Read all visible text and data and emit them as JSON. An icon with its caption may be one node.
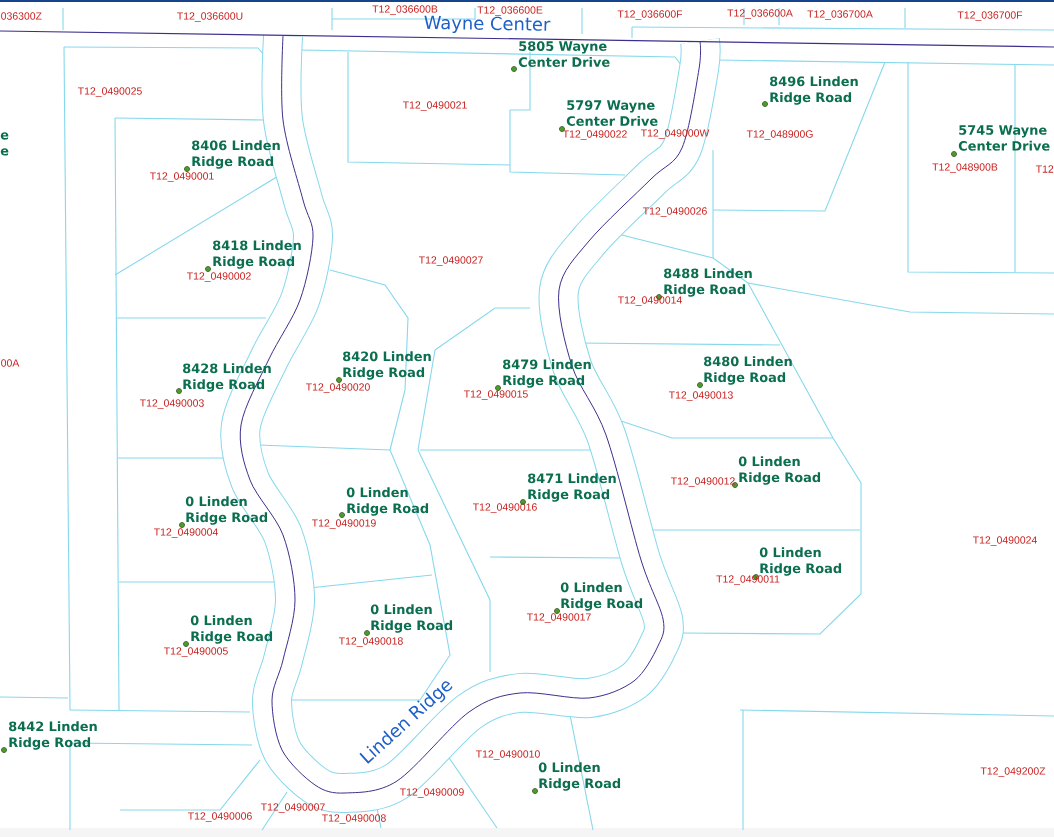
{
  "diagram": {
    "labels": [
      "036300Z",
      "T12_036600U",
      "T12_036600B",
      "T12_036600E",
      "T12_036600F",
      "T12_036600A",
      "T12_036700A",
      "T12_036700F",
      "Wayne Center",
      "5805 Wayne Center Drive",
      "T12_0490025",
      "8496 Linden Ridge Road",
      "T12_0490021",
      "5797 Wayne Center Drive",
      "T12_0490022",
      "T12_049000W",
      "T12_048900G",
      "e e",
      "5745 Wayne Center Drive",
      "8406 Linden Ridge Road",
      "T12_0490001",
      "T12_048900B",
      "T12",
      "T12_0490026",
      "8418 Linden Ridge Road",
      "T12_0490027",
      "T12_0490002",
      "8488 Linden Ridge Road",
      "T12_0490014",
      "8420 Linden Ridge Road",
      "8479 Linden Ridge Road",
      "8480 Linden Ridge Road",
      "00A",
      "8428 Linden Ridge Road",
      "T12_0490020",
      "T12_0490015",
      "T12_0490013",
      "T12_0490003",
      "0 Linden Ridge Road",
      "8471 Linden Ridge Road",
      "T12_0490012",
      "0 Linden Ridge Road",
      "0 Linden Ridge Road",
      "T12_0490016",
      "T12_0490019",
      "T12_0490004",
      "T12_0490024",
      "0 Linden Ridge Road",
      "T12_0490011",
      "0 Linden Ridge Road",
      "0 Linden Ridge Road",
      "T12_0490017",
      "0 Linden Ridge Road",
      "T12_0490018",
      "T12_0490005",
      "Linden Ridge",
      "8442 Linden Ridge Road",
      "T12_0490010",
      "0 Linden Ridge Road",
      "T12_049200Z",
      "T12_0490009",
      "T12_0490007",
      "T12_0490006",
      "T12_0490008"
    ]
  }
}
